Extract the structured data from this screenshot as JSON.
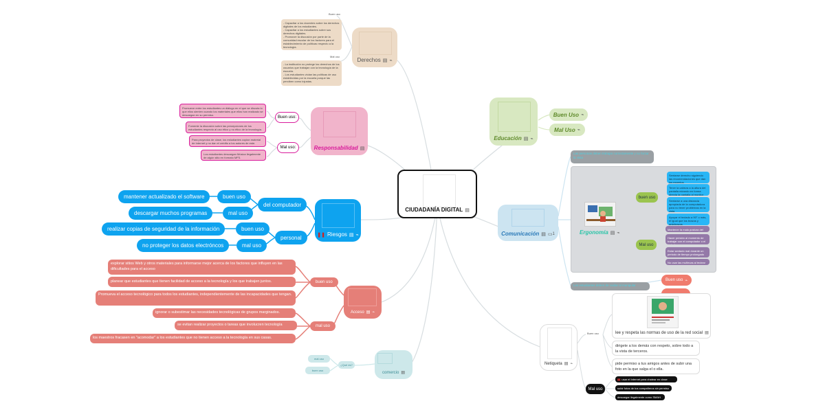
{
  "center": {
    "label": "CIUDADANÍA DIGITAL"
  },
  "derechos": {
    "label": "Derechos",
    "buen_uso": {
      "label": "Buen uso",
      "text": "- Capacitar a los docentes sobre los derechos digitales de los estudiantes.\n- Capacitar a los estudiantes sobre sus derechos digitales.\n- Promover la discusión por parte de la comunidad escolar de los factores para el establecimiento de políticas respecto a la tecnología."
    },
    "mal_uso": {
      "label": "Mal uso",
      "text": "- La institución no protege los derechos de los usuarios que trabajan con la tecnología de la escuela.\n- Los estudiantes violan las políticas de uso establecidas por la escuela porque las perciben como injustas."
    }
  },
  "responsabilidad": {
    "label": "Responsabilidad",
    "buen_uso": {
      "label": "Buen uso:"
    },
    "mal_uso": {
      "label": "Mal uso:"
    },
    "items": [
      "Promueve entre los estudiantes un diálogo en el que se discuta lo que ellos sienten cuando los materiales que ellos han realizado se descargan en su permiso.",
      "Fomente la discusión sobre las percepciones de los estudiantes respecto al uso ético y no ético de la tecnología.",
      "Para proyectos de clase, los estudiantes copian material de Internet y no dan el crédito a los autores de este.",
      "Los estudiantes descargan Música ilegalmente de algún sitio en formato MP3."
    ]
  },
  "riesgos": {
    "label": "Riesgos",
    "del_computador": {
      "label": "del computador"
    },
    "personal": {
      "label": "personal"
    },
    "buen_uso_1": "buen uso",
    "mal_uso_1": "mal uso",
    "buen_uso_2": "buen uso",
    "mal_uso_2": "mal uso",
    "leaves": [
      "mantener actualizado el software",
      "descargar muchos programas",
      "realizar copias de seguridad de la información",
      "no proteger los datos electróncos"
    ]
  },
  "acceso": {
    "label": "Acceso",
    "buen_uso": "buen uso",
    "mal_uso": "mal uso",
    "items": [
      "explorar sitios Web y otros materiales para informarse mejor acerca de los factores que influyen en las dificultades para el acceso",
      "planear que estudiantes que tienen facilidad de acceso a la tecnología y los que trabajen juntos.",
      "Promueva el acceso tecnológico para todos los estudiantes, independientemente de las incapacidades que tengan.",
      "ignorar o subestimar las necesidades tecnológicas de grupos marginados.",
      "se evitan realizar proyectos o tareas que involucren tecnología",
      "los maestros fracasen en \"acomodar\" a los estudiantes que no tienen acceso a la tecnología en sus casas."
    ]
  },
  "comercio": {
    "label": "comercio",
    "q": "¿Qué es?",
    "mal_uso": "mal uso",
    "buen_uso": "buen uso"
  },
  "educacion": {
    "label": "Educación",
    "buen_uso": "Buen Uso",
    "mal_uso": "Mal Uso"
  },
  "comunicacion": {
    "label": "Comunicación",
    "count": "1",
    "top_note": "Las personas deben trabajar correctamente y no forzar la vista",
    "bottom_note": "Los estudiantes deben de cuidar al manipular",
    "ergonomia": "Ergonomía",
    "buen_uso": "buen uso",
    "mal_uso": "Mal uso",
    "buen_items": [
      "Sentarse derecho siguiendo las recomendaciones que dan los expertos",
      "Tener la cabeza a la altura del pantalla mirando en forma directa la pantalla al monitor",
      "Sentarse a una distancia apropiada de la computadora para no tener problemas en la vista",
      "Apoyar el teclado a 90° o más, el igual que los brazos y antebrazos"
    ],
    "mal_items": [
      "Mantener la mala postura del cuerpo",
      "Hacer presión al momento de trabajar con el computador o el teclado",
      "Estar sentado mal durante un periodo de tiempo prolongado",
      "No usar las muñecas al teclear con el mouse"
    ],
    "buen_uso_red": "Buen uso"
  },
  "netiqueta": {
    "label": "Netiqueta",
    "buen_uso": "Buen uso",
    "mal_uso": "Mal uso",
    "buen_items": [
      "lee y respeta las normas de uso de la red social",
      "dirigete a los demás con respeto, sobre todo a la vista de terceros.",
      "pide permiso a tus amigos antes de subir una foto en la que salga el o ella."
    ],
    "mal_items": [
      "usar el Internet para chatear en clase",
      "subir fotos de tus compañeros sin permiso",
      "descargar ilegalmente como SMAH"
    ]
  },
  "colors": {
    "derechos": "#eddbc7",
    "responsabilidad": "#f1b4cb",
    "responsabilidad_text": "#d81b9b",
    "riesgos": "#0ea3ef",
    "acceso": "#e57f78",
    "comercio": "#cde8ea",
    "educacion": "#d8e8c1",
    "comunicacion": "#cce4f1",
    "ergonomia_bg": "#d9dbde",
    "comm_text": "#2a79b8",
    "green_pill": "#9bc44f",
    "purple_leaf": "#9479a8",
    "gray_pill": "#9aa0a4",
    "netiqueta_dark": "#111111"
  }
}
